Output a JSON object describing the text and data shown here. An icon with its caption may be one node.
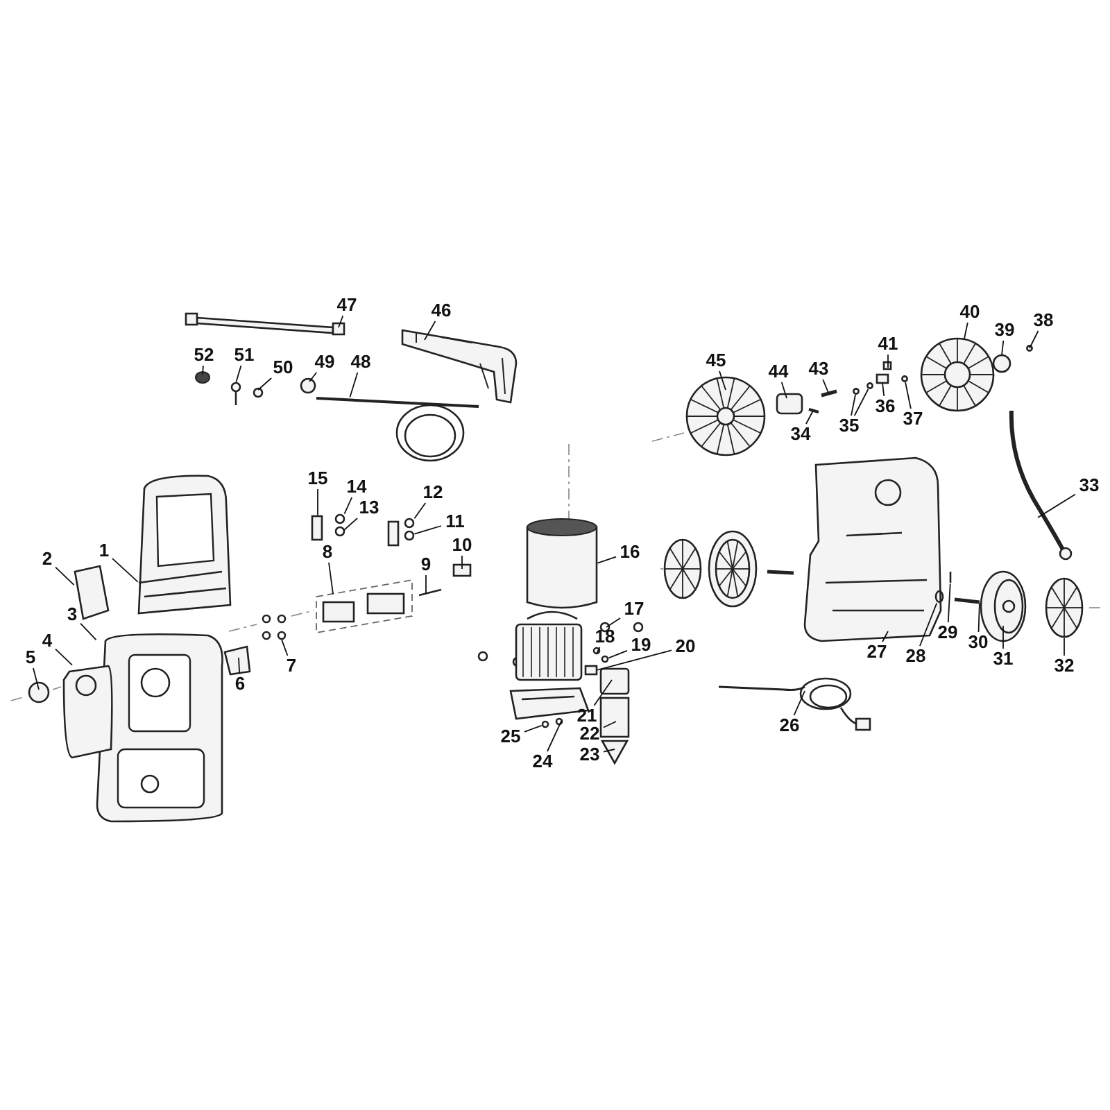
{
  "diagram": {
    "nodes": [
      {
        "text": [
          "1"
        ]
      },
      {
        "text": [
          "2"
        ]
      },
      {
        "text": [
          "3"
        ]
      },
      {
        "text": [
          "4"
        ]
      },
      {
        "text": [
          "5"
        ]
      },
      {
        "text": [
          "6"
        ]
      },
      {
        "text": [
          "7"
        ]
      },
      {
        "text": [
          "8"
        ]
      },
      {
        "text": [
          "9"
        ]
      },
      {
        "text": [
          "10"
        ]
      },
      {
        "text": [
          "11"
        ]
      },
      {
        "text": [
          "12"
        ]
      },
      {
        "text": [
          "13"
        ]
      },
      {
        "text": [
          "14"
        ]
      },
      {
        "text": [
          "15"
        ]
      },
      {
        "text": [
          "16"
        ]
      },
      {
        "text": [
          "17"
        ]
      },
      {
        "text": [
          "18"
        ]
      },
      {
        "text": [
          "19"
        ]
      },
      {
        "text": [
          "20"
        ]
      },
      {
        "text": [
          "21"
        ]
      },
      {
        "text": [
          "22"
        ]
      },
      {
        "text": [
          "23"
        ]
      },
      {
        "text": [
          "24"
        ]
      },
      {
        "text": [
          "25"
        ]
      },
      {
        "text": [
          "26"
        ]
      },
      {
        "text": [
          "27"
        ]
      },
      {
        "text": [
          "28"
        ]
      },
      {
        "text": [
          "29"
        ]
      },
      {
        "text": [
          "30"
        ]
      },
      {
        "text": [
          "31"
        ]
      },
      {
        "text": [
          "32"
        ]
      },
      {
        "text": [
          "33"
        ]
      },
      {
        "text": [
          "34"
        ]
      },
      {
        "text": [
          "35"
        ]
      },
      {
        "text": [
          "36"
        ]
      },
      {
        "text": [
          "37"
        ]
      },
      {
        "text": [
          "38"
        ]
      },
      {
        "text": [
          "39"
        ]
      },
      {
        "text": [
          "40"
        ]
      },
      {
        "text": [
          "41"
        ]
      },
      {
        "text": [
          "43"
        ]
      },
      {
        "text": [
          "44"
        ]
      },
      {
        "text": [
          "45"
        ]
      },
      {
        "text": [
          "46"
        ]
      },
      {
        "text": [
          "47"
        ]
      },
      {
        "text": [
          "48"
        ]
      },
      {
        "text": [
          "49"
        ]
      },
      {
        "text": [
          "50"
        ]
      },
      {
        "text": [
          "51"
        ]
      },
      {
        "text": [
          "52"
        ]
      },
      {
        "text": [],
        "shape": "picture"
      },
      {
        "text": [],
        "shape": "box"
      },
      {
        "text": [],
        "shape": "picture"
      },
      {
        "text": [],
        "shape": "picture"
      },
      {
        "text": [],
        "shape": "circle"
      },
      {
        "text": [],
        "shape": "box"
      },
      {
        "text": [],
        "shape": "circle"
      },
      {
        "text": [],
        "shape": "picture"
      },
      {
        "text": [],
        "shape": "bar"
      },
      {
        "text": [],
        "shape": "box"
      },
      {
        "text": [],
        "shape": "circle"
      },
      {
        "text": [],
        "shape": "circle"
      },
      {
        "text": [],
        "shape": "circle"
      },
      {
        "text": [],
        "shape": "circle"
      },
      {
        "text": [],
        "shape": "box"
      },
      {
        "text": [],
        "shape": "cylinder"
      },
      {
        "text": [],
        "shape": "circle"
      },
      {
        "text": [],
        "shape": "circle"
      },
      {
        "text": [],
        "shape": "circle"
      },
      {
        "text": [],
        "shape": "box"
      },
      {
        "text": [],
        "shape": "box"
      },
      {
        "text": [],
        "shape": "box"
      },
      {
        "text": [],
        "shape": "triangle"
      },
      {
        "text": [],
        "shape": "picture"
      },
      {
        "text": [],
        "shape": "circle"
      },
      {
        "text": [],
        "shape": "picture"
      },
      {
        "text": [],
        "shape": "picture"
      },
      {
        "text": [],
        "shape": "circle"
      },
      {
        "text": [],
        "shape": "bar"
      },
      {
        "text": [],
        "shape": "bar"
      },
      {
        "text": [],
        "shape": "picture"
      },
      {
        "text": [],
        "shape": "picture"
      },
      {
        "text": [],
        "shape": "picture"
      },
      {
        "text": [],
        "shape": "bar"
      },
      {
        "text": [],
        "shape": "circle"
      },
      {
        "text": [],
        "shape": "circle"
      },
      {
        "text": [],
        "shape": "box"
      },
      {
        "text": [],
        "shape": "circle"
      },
      {
        "text": [],
        "shape": "circle"
      },
      {
        "text": [],
        "shape": "circle"
      },
      {
        "text": [],
        "shape": "picture"
      },
      {
        "text": [],
        "shape": "box"
      },
      {
        "text": [],
        "shape": "bar"
      },
      {
        "text": [],
        "shape": "box"
      },
      {
        "text": [],
        "shape": "picture"
      },
      {
        "text": [],
        "shape": "picture"
      },
      {
        "text": [],
        "shape": "bar"
      },
      {
        "text": [],
        "shape": "picture"
      },
      {
        "text": [],
        "shape": "circle"
      },
      {
        "text": [],
        "shape": "circle"
      },
      {
        "text": [],
        "shape": "picture"
      },
      {
        "text": [],
        "shape": "circle"
      }
    ],
    "edges": [
      {
        "from": 0,
        "to": 51,
        "arrow": "none"
      },
      {
        "from": 1,
        "to": 52,
        "arrow": "none"
      },
      {
        "from": 2,
        "to": 53,
        "arrow": "none"
      },
      {
        "from": 3,
        "to": 54,
        "arrow": "none"
      },
      {
        "from": 4,
        "to": 55,
        "arrow": "none"
      },
      {
        "from": 5,
        "to": 56,
        "arrow": "none"
      },
      {
        "from": 6,
        "to": 57,
        "arrow": "none"
      },
      {
        "from": 7,
        "to": 58,
        "arrow": "none"
      },
      {
        "from": 8,
        "to": 59,
        "arrow": "none"
      },
      {
        "from": 9,
        "to": 60,
        "arrow": "none"
      },
      {
        "from": 10,
        "to": 61,
        "arrow": "none"
      },
      {
        "from": 11,
        "to": 62,
        "arrow": "none"
      },
      {
        "from": 12,
        "to": 63,
        "arrow": "none"
      },
      {
        "from": 13,
        "to": 64,
        "arrow": "none"
      },
      {
        "from": 14,
        "to": 65,
        "arrow": "none"
      },
      {
        "from": 15,
        "to": 66,
        "arrow": "none"
      },
      {
        "from": 16,
        "to": 67,
        "arrow": "none"
      },
      {
        "from": 17,
        "to": 68,
        "arrow": "none"
      },
      {
        "from": 18,
        "to": 69,
        "arrow": "none"
      },
      {
        "from": 19,
        "to": 70,
        "arrow": "none"
      },
      {
        "from": 20,
        "to": 71,
        "arrow": "none"
      },
      {
        "from": 21,
        "to": 72,
        "arrow": "none"
      },
      {
        "from": 22,
        "to": 73,
        "arrow": "none"
      },
      {
        "from": 23,
        "to": 74,
        "arrow": "none"
      },
      {
        "from": 24,
        "to": 75,
        "arrow": "none"
      },
      {
        "from": 25,
        "to": 76,
        "arrow": "none"
      },
      {
        "from": 26,
        "to": 77,
        "arrow": "none"
      },
      {
        "from": 27,
        "to": 78,
        "arrow": "none"
      },
      {
        "from": 28,
        "to": 79,
        "arrow": "none"
      },
      {
        "from": 29,
        "to": 80,
        "arrow": "none"
      },
      {
        "from": 30,
        "to": 81,
        "arrow": "none"
      },
      {
        "from": 31,
        "to": 82,
        "arrow": "none"
      },
      {
        "from": 32,
        "to": 83,
        "arrow": "none"
      },
      {
        "from": 33,
        "to": 84,
        "arrow": "none"
      },
      {
        "from": 34,
        "to": 85,
        "arrow": "none"
      },
      {
        "from": 34,
        "to": 86,
        "arrow": "none"
      },
      {
        "from": 35,
        "to": 87,
        "arrow": "none"
      },
      {
        "from": 36,
        "to": 88,
        "arrow": "none"
      },
      {
        "from": 37,
        "to": 89,
        "arrow": "none"
      },
      {
        "from": 38,
        "to": 90,
        "arrow": "none"
      },
      {
        "from": 39,
        "to": 91,
        "arrow": "none"
      },
      {
        "from": 40,
        "to": 92,
        "arrow": "none"
      },
      {
        "from": 41,
        "to": 93,
        "arrow": "none"
      },
      {
        "from": 42,
        "to": 94,
        "arrow": "none"
      },
      {
        "from": 43,
        "to": 95,
        "arrow": "none"
      },
      {
        "from": 44,
        "to": 96,
        "arrow": "none"
      },
      {
        "from": 45,
        "to": 97,
        "arrow": "none"
      },
      {
        "from": 46,
        "to": 98,
        "arrow": "none"
      },
      {
        "from": 47,
        "to": 99,
        "arrow": "none"
      },
      {
        "from": 48,
        "to": 100,
        "arrow": "none"
      },
      {
        "from": 49,
        "to": 101,
        "arrow": "none"
      },
      {
        "from": 50,
        "to": 102,
        "arrow": "none"
      }
    ]
  }
}
